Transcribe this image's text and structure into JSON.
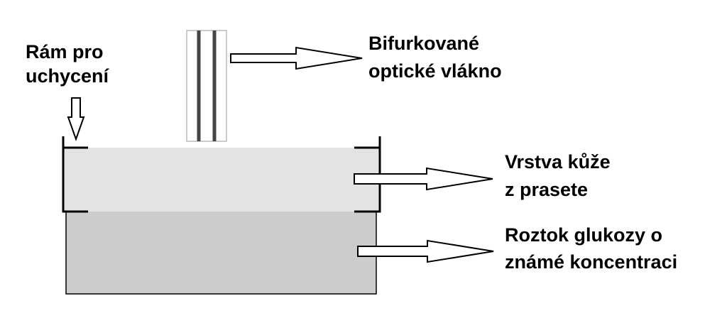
{
  "labels": {
    "frame": [
      "Rám pro",
      "uchycení"
    ],
    "fiber": [
      "Bifurkované",
      "optické vlákno"
    ],
    "skin": [
      "Vrstva kůže",
      "z prasete"
    ],
    "solution": [
      "Roztok glukozy o",
      "známé koncentraci"
    ]
  },
  "colors": {
    "skin_layer": "#e3e3e3",
    "solution": "#cccccc",
    "frame": "#000000",
    "fiber_core": "#444444",
    "fiber_sheath": "#bbbbbb"
  }
}
